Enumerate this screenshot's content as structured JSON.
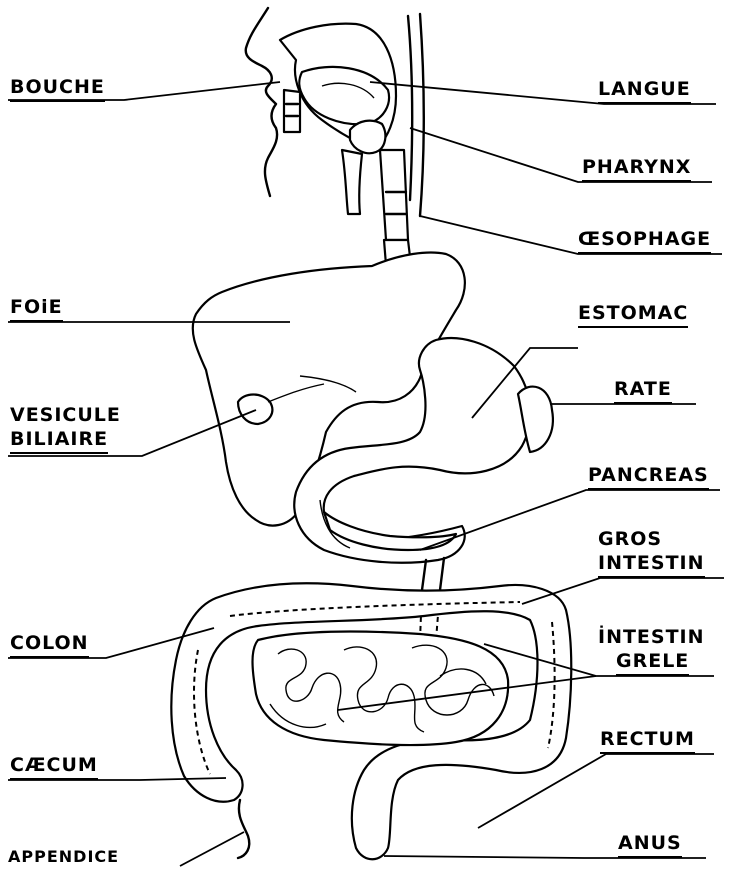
{
  "labels": {
    "bouche": "BOUCHE",
    "langue": "LANGUE",
    "pharynx": "PHARYNX",
    "oesophage": "ŒSOPHAGE",
    "foie": "FOiE",
    "estomac": "ESTOMAC",
    "vesicule": "VESICULE",
    "biliaire": "BILIAIRE",
    "rate": "RATE",
    "pancreas": "PANCREAS",
    "gros": "GROS",
    "gros_intestin": "INTESTIN",
    "colon": "COLON",
    "intestin": "İNTESTIN",
    "grele": "GRELE",
    "caecum": "CÆCUM",
    "rectum": "RECTUM",
    "appendice": "APPENDICE",
    "anus": "ANUS"
  }
}
